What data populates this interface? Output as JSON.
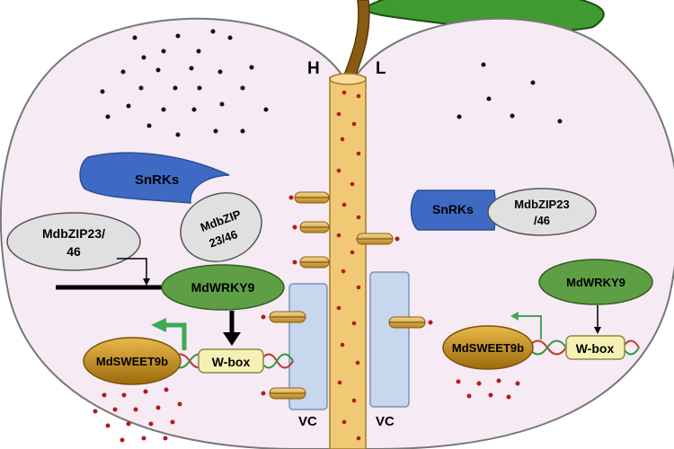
{
  "labels": {
    "left_side": "H",
    "right_side": "L",
    "left": {
      "snrks": "SnRKs",
      "bzip_large_line1": "MdbZIP23/",
      "bzip_large_line2": "46",
      "bzip_small_line1": "MdbZIP",
      "bzip_small_line2": "23/46",
      "wrky": "MdWRKY9",
      "sweet": "MdSWEET9b",
      "wbox": "W-box",
      "vc": "VC"
    },
    "right": {
      "snrks": "SnRKs",
      "bzip_line1": "MdbZIP23",
      "bzip_line2": "/46",
      "wrky": "MdWRKY9",
      "sweet": "MdSWEET9b",
      "wbox": "W-box",
      "vc": "VC"
    }
  },
  "colors": {
    "fruit_fill": "#f6eaf4",
    "fruit_stroke": "#777777",
    "leaf": "#3f9a2f",
    "stem": "#8b5a14",
    "vessel": "#f1c874",
    "vc_box": "#c6d7ee",
    "snrks": "#3f6ac4",
    "bzip": "#e0e0e0",
    "wrky": "#5e9f45",
    "sweet": "#c8921a",
    "wbox": "#f6f0b4",
    "sucrose_dot": "#b01c1c",
    "arrow_green": "#3faa55"
  }
}
